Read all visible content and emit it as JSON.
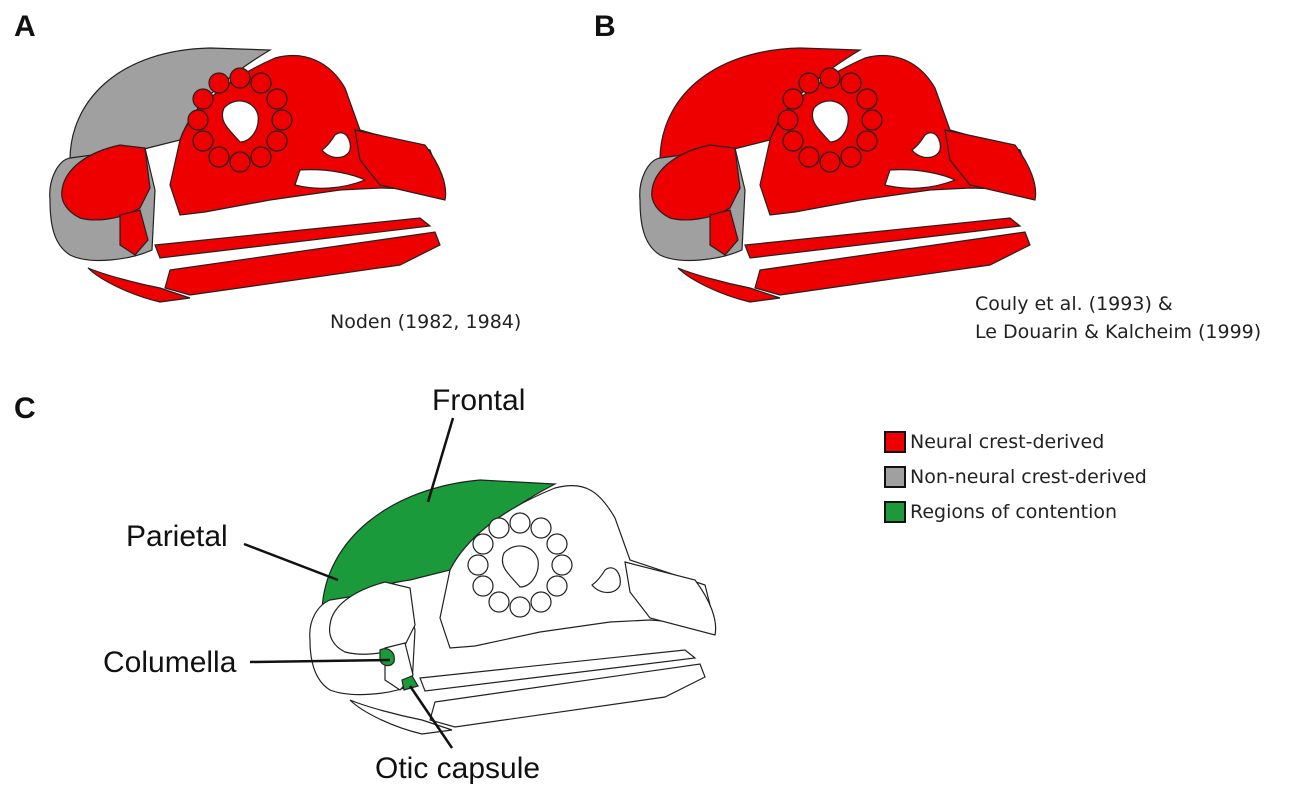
{
  "panels": {
    "a": {
      "letter": "A",
      "caption": "Noden (1982, 1984)"
    },
    "b": {
      "letter": "B",
      "caption_lines": [
        "Couly et al. (1993) &",
        "Le Douarin & Kalcheim (1999)"
      ]
    },
    "c": {
      "letter": "C",
      "labels": {
        "frontal": "Frontal",
        "parietal": "Parietal",
        "columella": "Columella",
        "otic_capsule": "Otic capsule"
      }
    }
  },
  "legend": {
    "items": [
      {
        "label": "Neural crest-derived",
        "color": "#ee0000"
      },
      {
        "label": "Non-neural crest-derived",
        "color": "#a0a0a0"
      },
      {
        "label": "Regions of contention",
        "color": "#1a9a3a"
      }
    ]
  },
  "colors": {
    "neural_crest": "#ee0000",
    "non_neural_crest": "#a0a0a0",
    "contention": "#1a9a3a",
    "outline": "#222222"
  }
}
